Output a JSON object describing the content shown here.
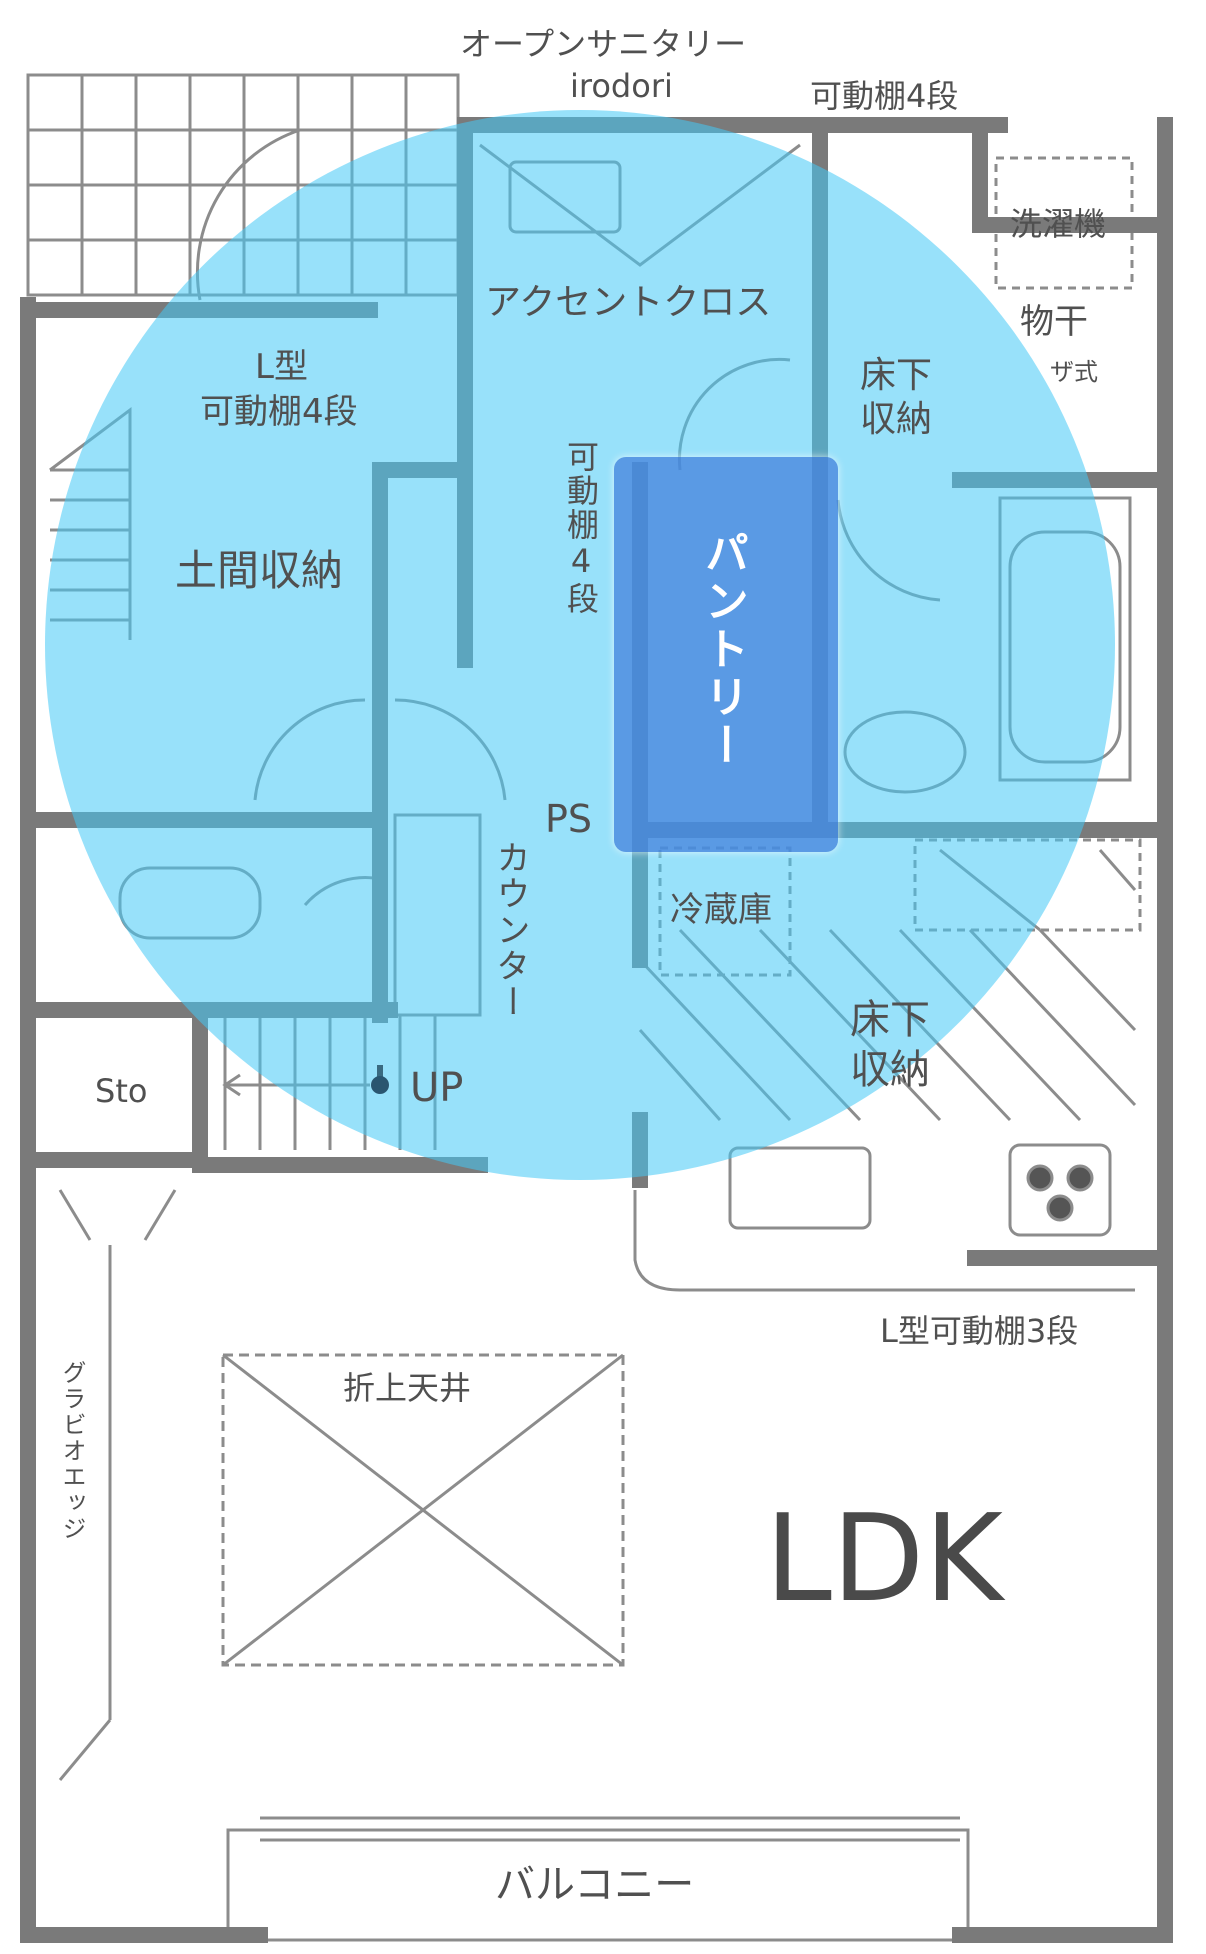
{
  "labels": {
    "open_sanitary": "オープンサニタリー",
    "irodori": "irodori",
    "shelf_4_top": "可動棚4段",
    "washing_machine": "洗濯機",
    "monohoshi": "物干",
    "monohoshi_sub": "ザ式",
    "accent_cloth": "アクセントクロス",
    "l_type": "L型",
    "l_shelf_4": "可動棚4段",
    "underfloor_1_a": "床下",
    "underfloor_1_b": "収納",
    "shelf_4_vertical": "可動棚4段",
    "doma_storage": "土間収納",
    "pantry": "パントリー",
    "ps": "PS",
    "counter": "カウンター",
    "fridge": "冷蔵庫",
    "underfloor_2_a": "床下",
    "underfloor_2_b": "収納",
    "sto": "Sto",
    "up": "UP",
    "l_shelf_3": "L型可動棚3段",
    "gravio_edge": "グラビオエッジ",
    "folded_ceiling": "折上天井",
    "ldk": "LDK",
    "balcony": "バルコニー"
  },
  "colors": {
    "wall": "#7a7a7a",
    "highlight_circle": "#4fd0f8",
    "pantry_highlight": "#3c78d8",
    "text": "#505050"
  }
}
